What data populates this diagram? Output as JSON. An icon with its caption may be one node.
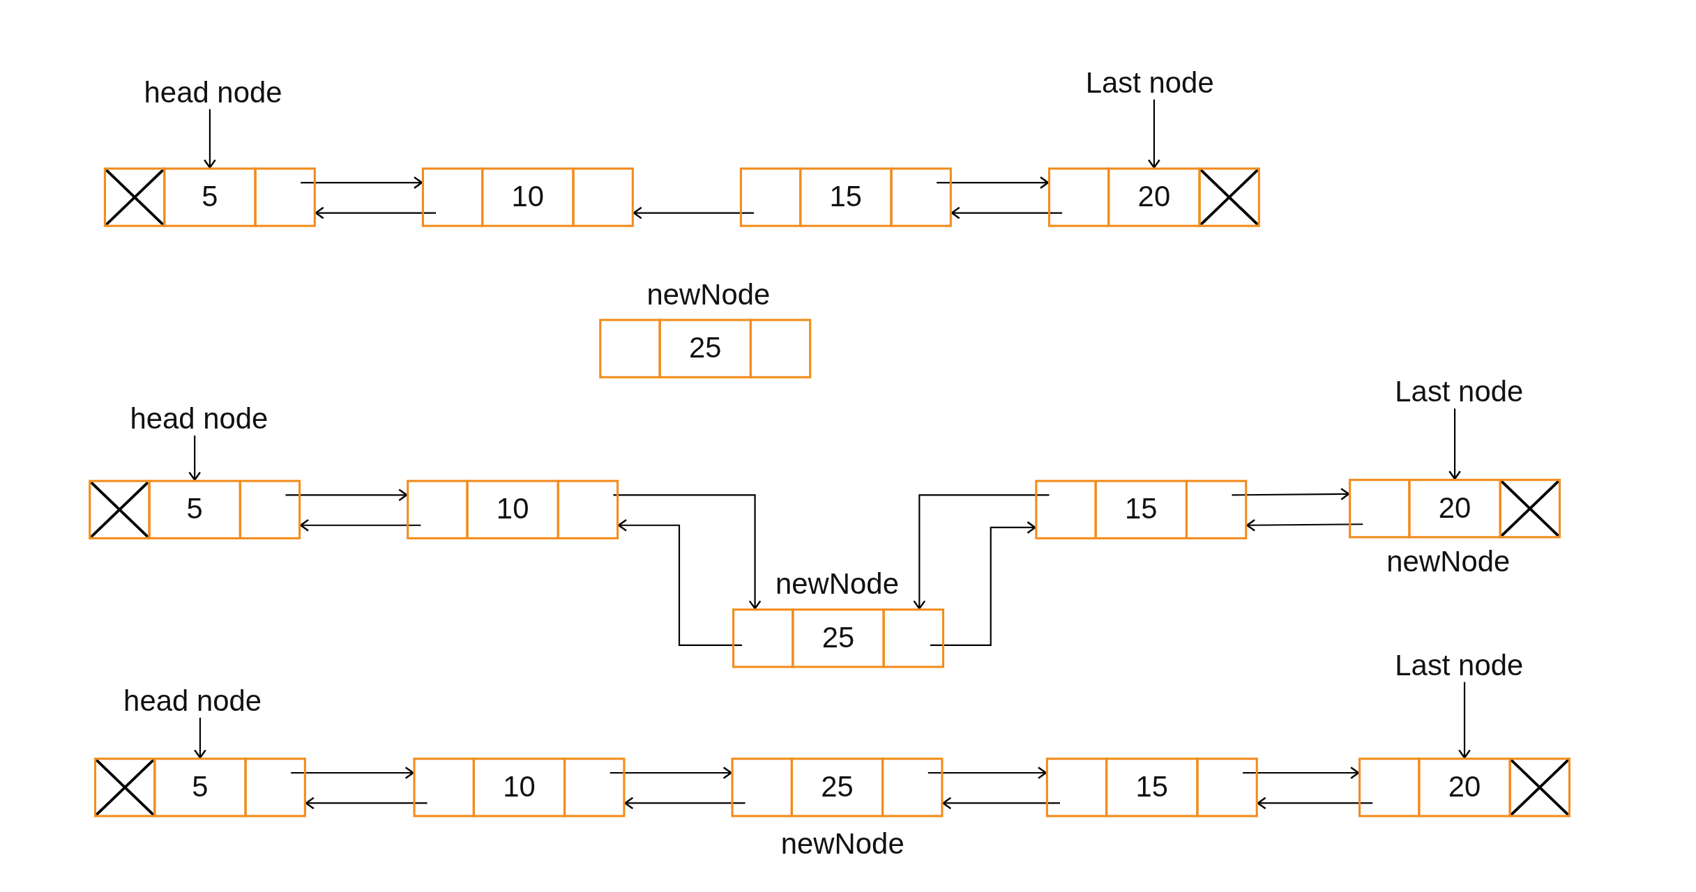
{
  "diagram": {
    "nodes": [
      {
        "text": [
          "head node"
        ]
      },
      {
        "text": [
          "Last node"
        ]
      },
      {
        "text": [
          "5"
        ]
      },
      {
        "text": [
          "10"
        ]
      },
      {
        "text": [
          "15"
        ]
      },
      {
        "text": [
          "20"
        ]
      },
      {
        "text": [
          "25"
        ],
        "beside": [
          "newNode"
        ]
      },
      {
        "text": [
          "head node"
        ]
      },
      {
        "text": [
          "Last node"
        ]
      },
      {
        "text": [
          "5"
        ]
      },
      {
        "text": [
          "10"
        ]
      },
      {
        "text": [
          "15"
        ]
      },
      {
        "text": [
          "20"
        ],
        "beside": [
          "newNode"
        ]
      },
      {
        "text": [
          "25"
        ],
        "beside": [
          "newNode"
        ]
      },
      {
        "text": [
          "head node"
        ]
      },
      {
        "text": [
          "Last node"
        ]
      },
      {
        "text": [
          "5"
        ]
      },
      {
        "text": [
          "10"
        ]
      },
      {
        "text": [
          "25"
        ],
        "beside": [
          "newNode"
        ]
      },
      {
        "text": [
          "15"
        ]
      },
      {
        "text": [
          "20"
        ]
      }
    ],
    "edges": [
      {
        "from": 0,
        "to": 2,
        "arrow": "to"
      },
      {
        "from": 1,
        "to": 5,
        "arrow": "to"
      },
      {
        "from": 2,
        "to": 3,
        "arrow": "to"
      },
      {
        "from": 3,
        "to": 2,
        "arrow": "to"
      },
      {
        "from": 4,
        "to": 3,
        "arrow": "to"
      },
      {
        "from": 4,
        "to": 5,
        "arrow": "to"
      },
      {
        "from": 5,
        "to": 4,
        "arrow": "to"
      },
      {
        "from": 7,
        "to": 9,
        "arrow": "to"
      },
      {
        "from": 8,
        "to": 12,
        "arrow": "to"
      },
      {
        "from": 9,
        "to": 10,
        "arrow": "to"
      },
      {
        "from": 10,
        "to": 9,
        "arrow": "to"
      },
      {
        "from": 10,
        "to": 13,
        "arrow": "to"
      },
      {
        "from": 13,
        "to": 10,
        "arrow": "to"
      },
      {
        "from": 11,
        "to": 13,
        "arrow": "to"
      },
      {
        "from": 13,
        "to": 11,
        "arrow": "to"
      },
      {
        "from": 11,
        "to": 12,
        "arrow": "to"
      },
      {
        "from": 12,
        "to": 11,
        "arrow": "to"
      },
      {
        "from": 14,
        "to": 16,
        "arrow": "to"
      },
      {
        "from": 15,
        "to": 20,
        "arrow": "to"
      },
      {
        "from": 16,
        "to": 17,
        "arrow": "to"
      },
      {
        "from": 17,
        "to": 16,
        "arrow": "to"
      },
      {
        "from": 17,
        "to": 18,
        "arrow": "to"
      },
      {
        "from": 18,
        "to": 17,
        "arrow": "to"
      },
      {
        "from": 18,
        "to": 19,
        "arrow": "to"
      },
      {
        "from": 19,
        "to": 18,
        "arrow": "to"
      },
      {
        "from": 19,
        "to": 20,
        "arrow": "to"
      },
      {
        "from": 20,
        "to": 19,
        "arrow": "to"
      }
    ]
  }
}
